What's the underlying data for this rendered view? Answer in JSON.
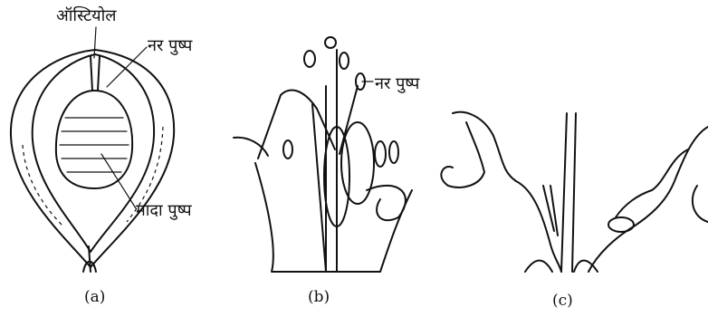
{
  "labels": {
    "ostiole": "ऑस्टियोल",
    "male_flower_a": "नर पुष्प",
    "female_flower": "मादा पुष्प",
    "male_flower_b": "नर पुष्प"
  },
  "captions": {
    "a": "(a)",
    "b": "(b)",
    "c": "(c)"
  }
}
